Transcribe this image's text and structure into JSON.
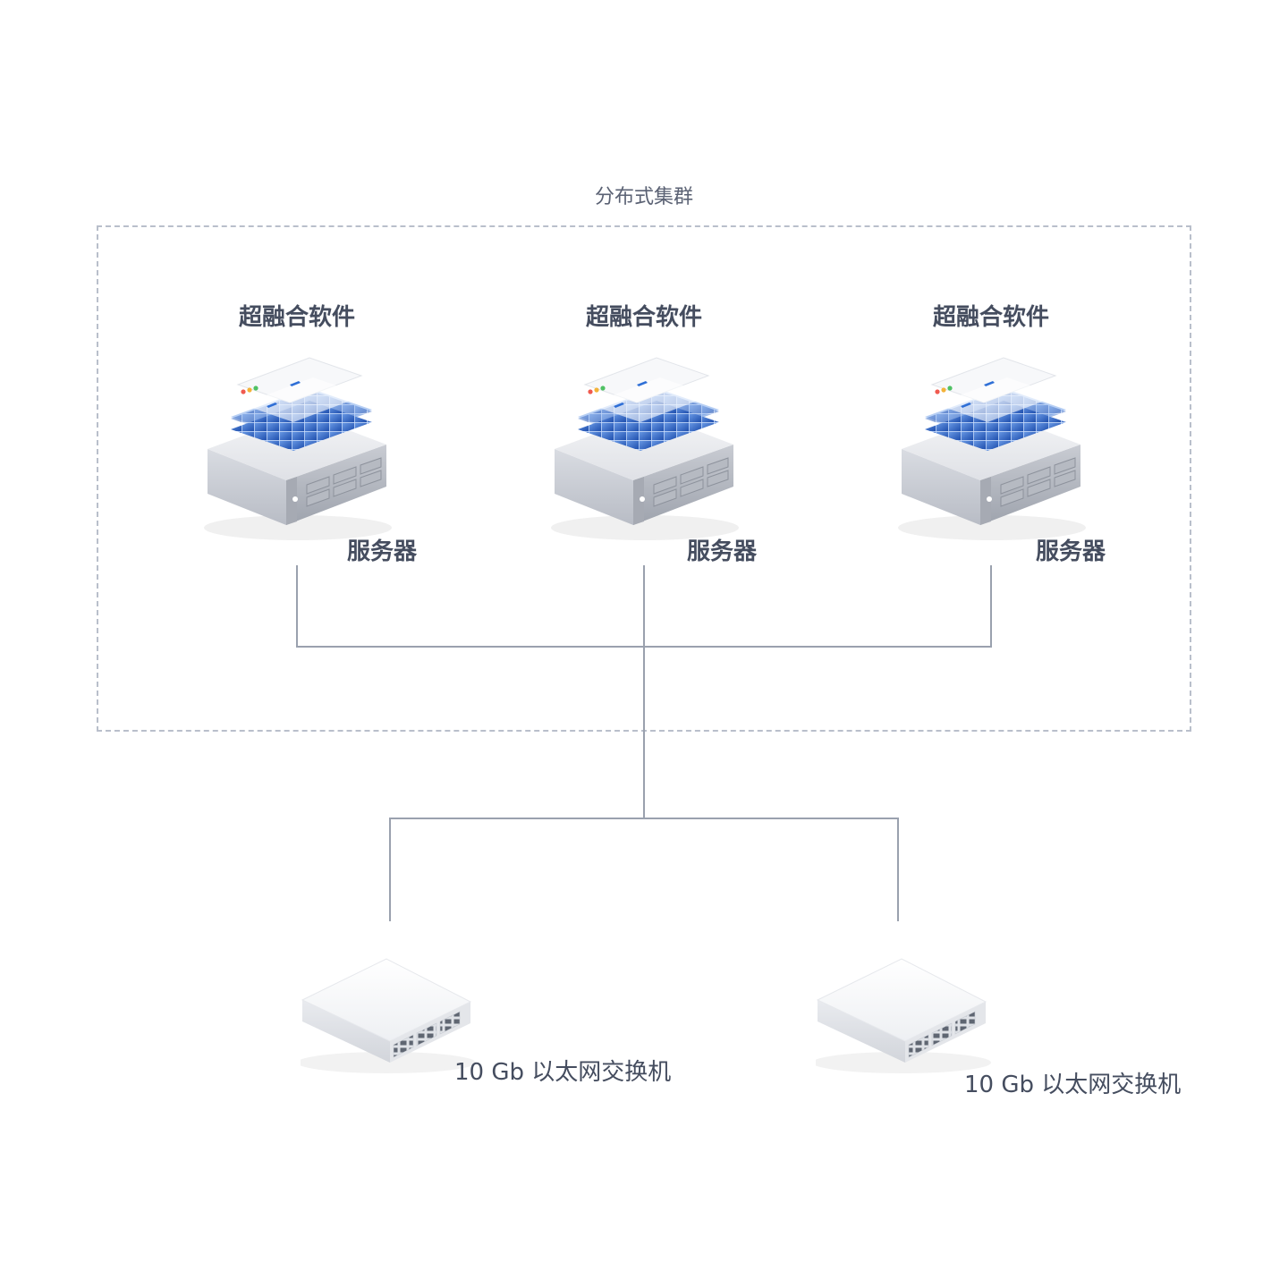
{
  "cluster": {
    "title": "分布式集群"
  },
  "nodes": [
    {
      "software_label": "超融合软件",
      "server_label": "服务器"
    },
    {
      "software_label": "超融合软件",
      "server_label": "服务器"
    },
    {
      "software_label": "超融合软件",
      "server_label": "服务器"
    }
  ],
  "switches": [
    {
      "label": "10 Gb 以太网交换机"
    },
    {
      "label": "10 Gb 以太网交换机"
    }
  ],
  "colors": {
    "line": "#9aa1ae",
    "dashed_border": "#b9bfcb",
    "text": "#454d5f",
    "accent_blue": "#2f6fd6"
  }
}
